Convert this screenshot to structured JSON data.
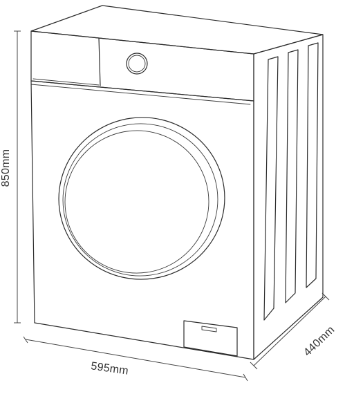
{
  "dimensions": {
    "height": "850mm",
    "width": "595mm",
    "depth": "440mm"
  }
}
